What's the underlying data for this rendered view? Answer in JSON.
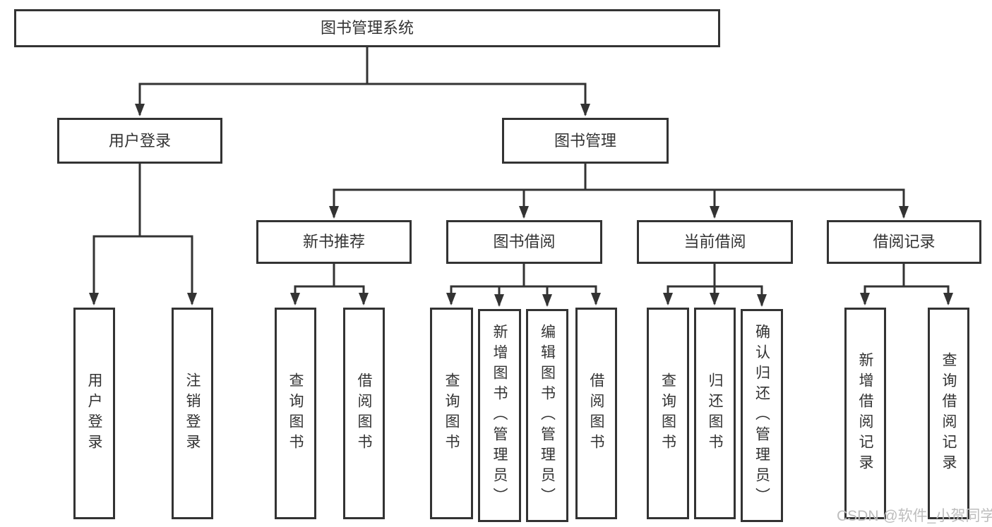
{
  "watermark": "CSDN @软件_小贺同学",
  "colors": {
    "line": "#333333",
    "text": "#333333",
    "background": "#ffffff",
    "watermark": "#bdbdbd"
  },
  "tree": {
    "root": {
      "label": "图书管理系统",
      "children": [
        {
          "label": "用户登录",
          "children": [
            {
              "label": "用户登录"
            },
            {
              "label": "注销登录"
            }
          ]
        },
        {
          "label": "图书管理",
          "children": [
            {
              "label": "新书推荐",
              "children": [
                {
                  "label": "查询图书"
                },
                {
                  "label": "借阅图书"
                }
              ]
            },
            {
              "label": "图书借阅",
              "children": [
                {
                  "label": "查询图书"
                },
                {
                  "label": "新增图书（管理员）"
                },
                {
                  "label": "编辑图书（管理员）"
                },
                {
                  "label": "借阅图书"
                }
              ]
            },
            {
              "label": "当前借阅",
              "children": [
                {
                  "label": "查询图书"
                },
                {
                  "label": "归还图书"
                },
                {
                  "label": "确认归还（管理员）"
                }
              ]
            },
            {
              "label": "借阅记录",
              "children": [
                {
                  "label": "新增借阅记录"
                },
                {
                  "label": "查询借阅记录"
                }
              ]
            }
          ]
        }
      ]
    }
  }
}
